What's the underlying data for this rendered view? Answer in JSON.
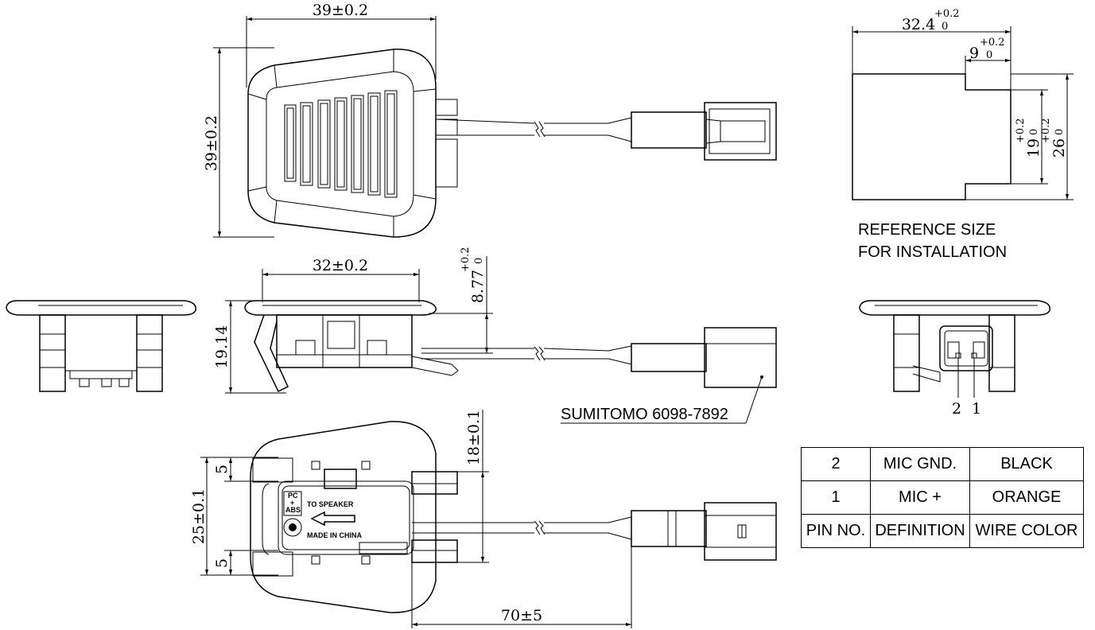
{
  "dimensions": {
    "top_width": "39±0.2",
    "top_height": "39±0.2",
    "side_width": "32±0.2",
    "side_height": "19.14",
    "flange_depth": "8.77",
    "flange_tol_upper": "+0.2",
    "flange_tol_lower": "0",
    "bottom_total": "25±0.1",
    "bottom_edge_top": "5",
    "bottom_edge_bottom": "5",
    "bottom_tab": "18±0.1",
    "cable_length": "70±5"
  },
  "cutout": {
    "width_value": "32.4",
    "width_tol_upper": "+0.2",
    "width_tol_lower": "0",
    "notch_value": "9",
    "notch_tol_upper": "+0.2",
    "notch_tol_lower": "0",
    "inner_height_value": "19",
    "inner_height_tol_upper": "+0.2",
    "inner_height_tol_lower": "0",
    "outer_height_value": "26",
    "outer_height_tol_upper": "+0.2",
    "outer_height_tol_lower": "0",
    "note_line1": "REFERENCE SIZE",
    "note_line2": "FOR INSTALLATION"
  },
  "connector_label": "SUMITOMO 6098-7892",
  "pin_labels": [
    "2",
    "1"
  ],
  "body_markings": {
    "material_top": "PC",
    "material_plus": "+",
    "material_bottom": "ABS",
    "direction": "TO SPEAKER",
    "origin": "MADE IN CHINA"
  },
  "pin_table": {
    "rows": [
      {
        "pin": "2",
        "definition": "MIC GND.",
        "wire_color": "BLACK"
      },
      {
        "pin": "1",
        "definition": "MIC +",
        "wire_color": "ORANGE"
      }
    ],
    "header": {
      "pin": "PIN NO.",
      "definition": "DEFINITION",
      "wire_color": "WIRE COLOR"
    }
  }
}
